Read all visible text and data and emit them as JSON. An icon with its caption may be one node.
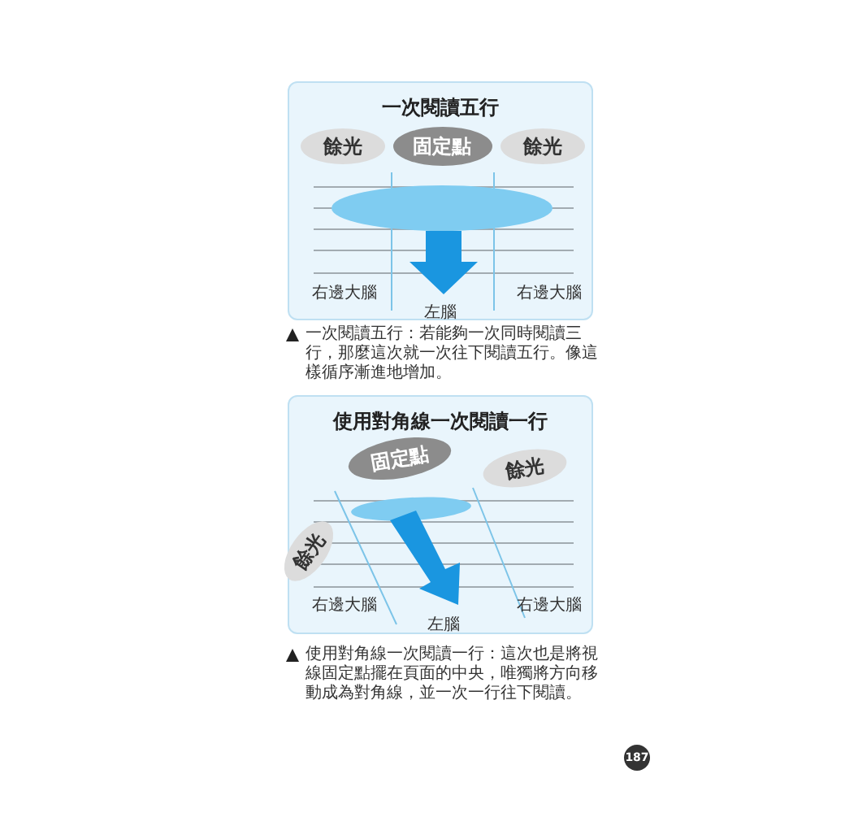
{
  "diagram": {
    "nodes": [
      {
        "text": [
          "一次閱讀五行"
        ]
      },
      {
        "text": [
          "餘光"
        ],
        "in": 0
      },
      {
        "text": [
          "固定點"
        ],
        "in": 0
      },
      {
        "text": [
          "餘光"
        ],
        "in": 0
      },
      {
        "text": [
          "使用對角線一次閱讀一行"
        ]
      },
      {
        "text": [
          "固定點"
        ],
        "in": 4
      },
      {
        "text": [
          "餘光"
        ],
        "in": 4
      },
      {
        "text": [
          "餘光"
        ],
        "in": 4
      }
    ],
    "edges": [],
    "labels": [
      "右邊大腦",
      "右邊大腦",
      "左腦",
      "一次閱讀五行：若能夠一次同時閱讀三行，那麼這次就一次往下閱讀五行。像這樣循序漸進地增加。",
      "右邊大腦",
      "右邊大腦",
      "左腦",
      "使用對角線一次閱讀一行：這次也是將視線固定點擺在頁面的中央，唯獨將方向移動成為對角線，並一次一行往下閱讀。",
      "187"
    ]
  }
}
